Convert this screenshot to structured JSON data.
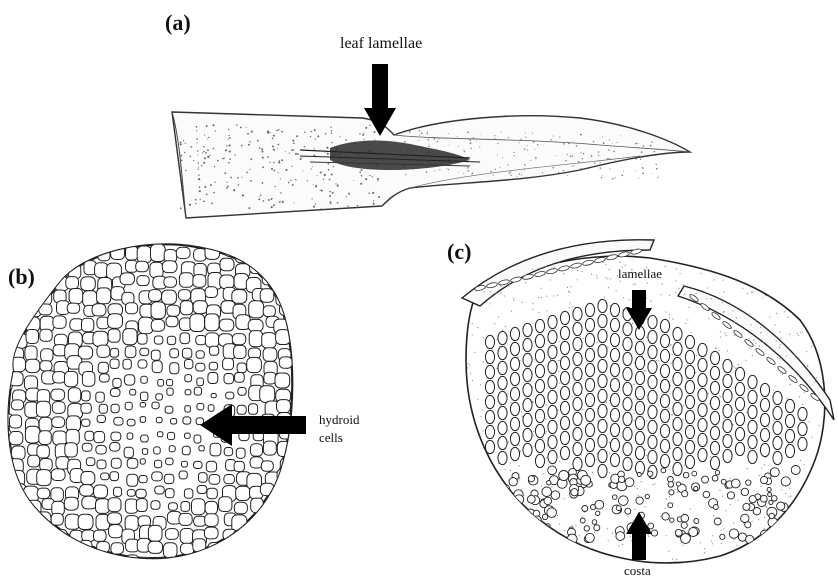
{
  "figure": {
    "panels": [
      {
        "id": "a",
        "label": "(a)"
      },
      {
        "id": "b",
        "label": "(b)"
      },
      {
        "id": "c",
        "label": "(c)"
      }
    ],
    "annotations": {
      "leaf_lamellae": "leaf lamellae",
      "hydroid_line1": "hydroid",
      "hydroid_line2": "cells",
      "lamellae": "lamellae",
      "costa": "costa"
    }
  }
}
